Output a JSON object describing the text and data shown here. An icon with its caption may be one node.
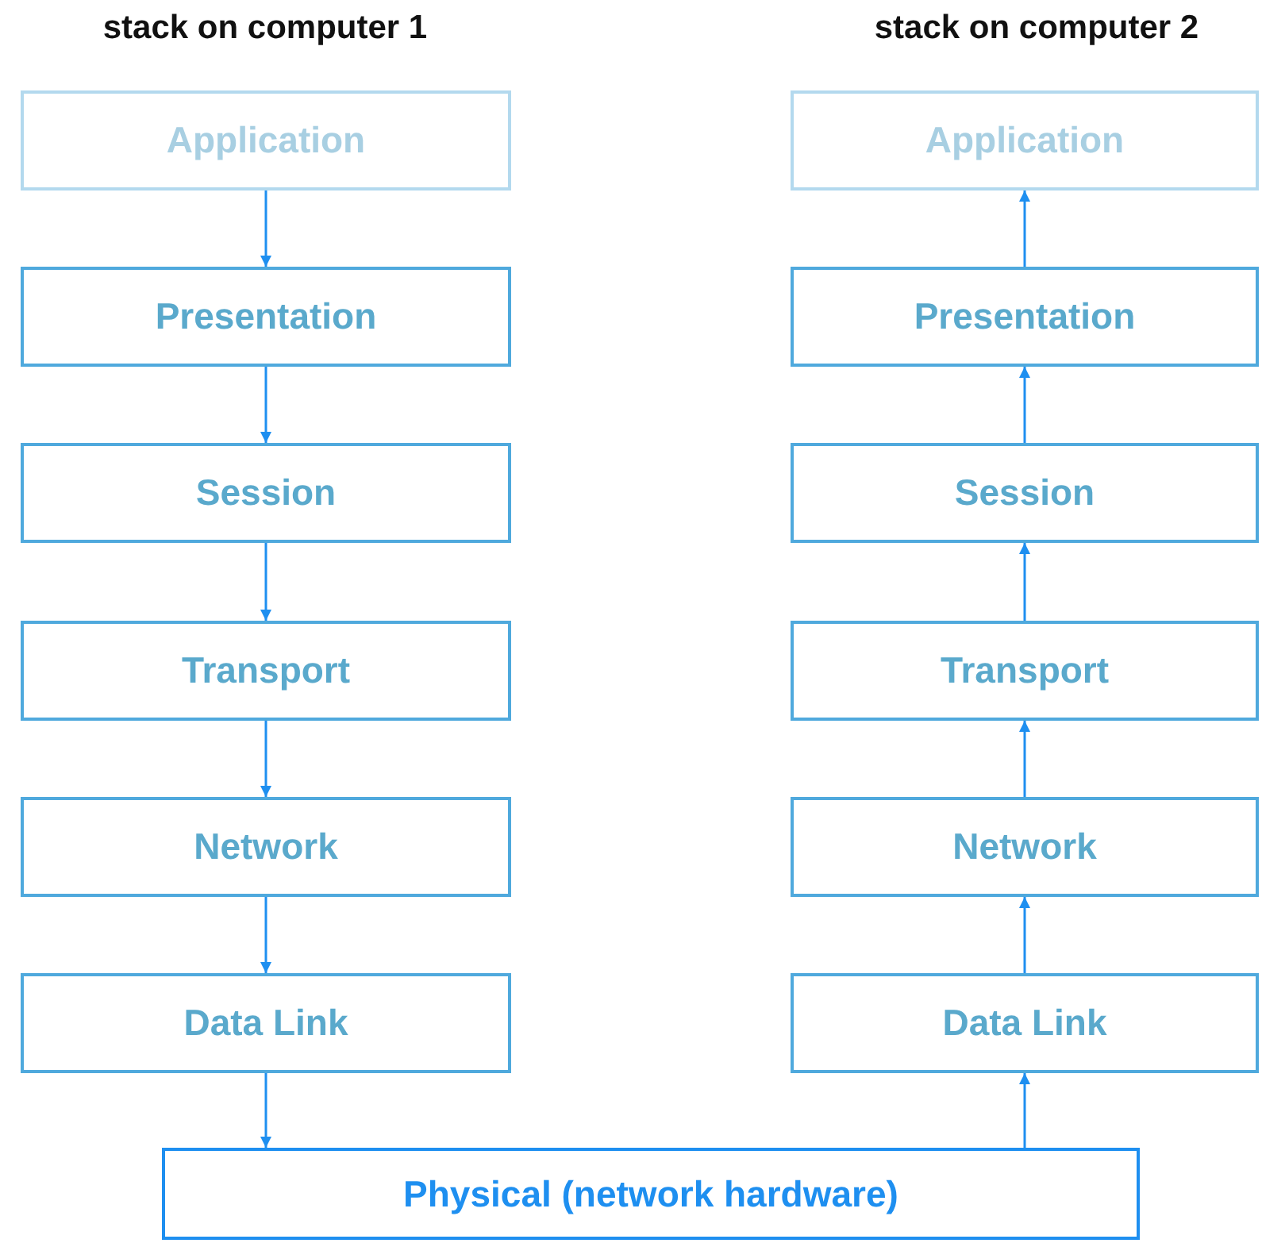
{
  "diagram": {
    "nodes": [
      {
        "text": [
          "Application"
        ]
      },
      {
        "text": [
          "Application"
        ]
      },
      {
        "text": [
          "Presentation"
        ]
      },
      {
        "text": [
          "Presentation"
        ]
      },
      {
        "text": [
          "Session"
        ]
      },
      {
        "text": [
          "Session"
        ]
      },
      {
        "text": [
          "Transport"
        ]
      },
      {
        "text": [
          "Transport"
        ]
      },
      {
        "text": [
          "Network"
        ]
      },
      {
        "text": [
          "Network"
        ]
      },
      {
        "text": [
          "Data Link"
        ]
      },
      {
        "text": [
          "Data Link"
        ]
      },
      {
        "text": [
          "Physical (network hardware)"
        ]
      }
    ],
    "edges": [
      {
        "from": 0,
        "to": 2,
        "arrow": "to"
      },
      {
        "from": 2,
        "to": 4,
        "arrow": "to"
      },
      {
        "from": 4,
        "to": 6,
        "arrow": "to"
      },
      {
        "from": 6,
        "to": 8,
        "arrow": "to"
      },
      {
        "from": 8,
        "to": 10,
        "arrow": "to"
      },
      {
        "from": 10,
        "to": 12,
        "arrow": "to"
      },
      {
        "from": 12,
        "to": 11,
        "arrow": "to"
      },
      {
        "from": 11,
        "to": 9,
        "arrow": "to"
      },
      {
        "from": 9,
        "to": 7,
        "arrow": "to"
      },
      {
        "from": 7,
        "to": 5,
        "arrow": "to"
      },
      {
        "from": 5,
        "to": 3,
        "arrow": "to"
      },
      {
        "from": 3,
        "to": 1,
        "arrow": "to"
      }
    ],
    "labels": [
      "stack on computer 1",
      "stack on computer 2"
    ]
  }
}
